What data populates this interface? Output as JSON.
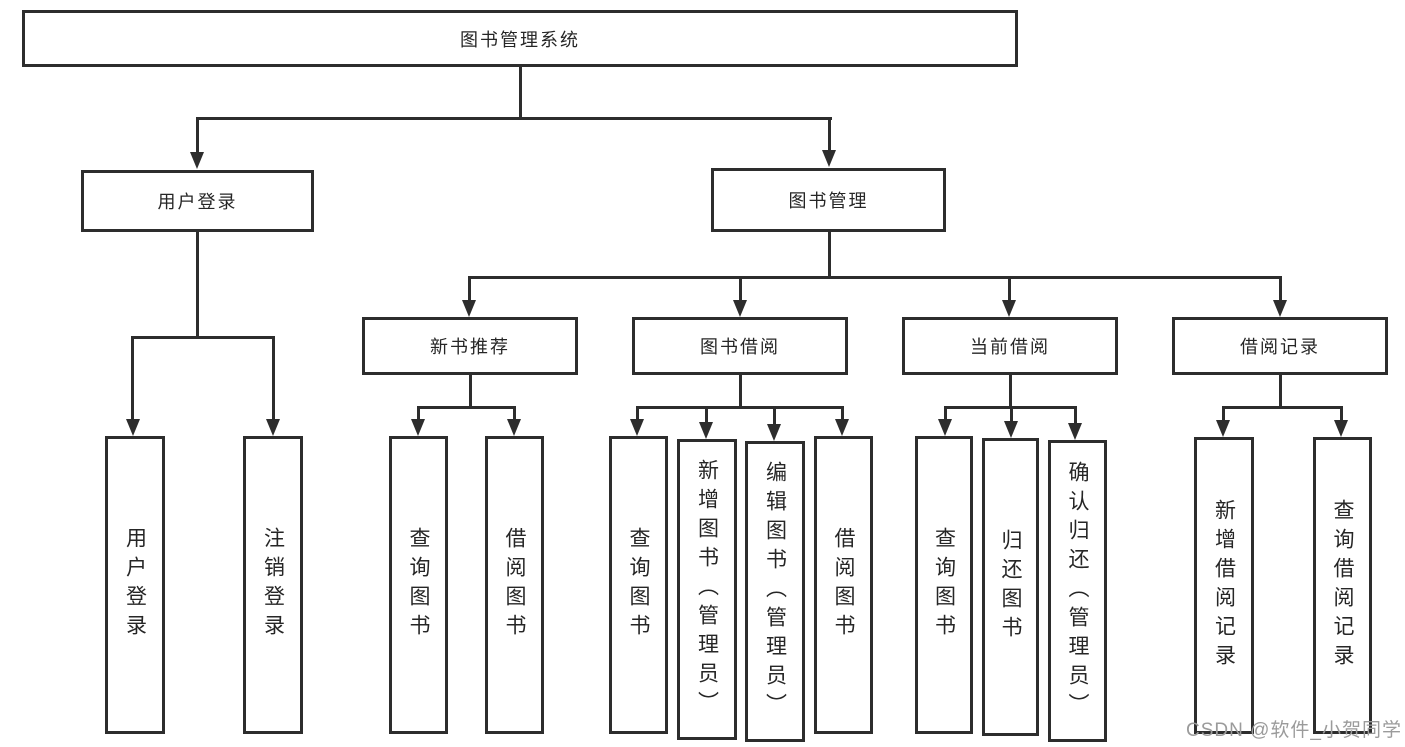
{
  "tree": {
    "root": {
      "label": "图书管理系统"
    },
    "branches": [
      {
        "label": "用户登录",
        "children": [
          {
            "label": "用户登录"
          },
          {
            "label": "注销登录"
          }
        ]
      },
      {
        "label": "图书管理",
        "children": [
          {
            "label": "新书推荐",
            "children": [
              {
                "label": "查询图书"
              },
              {
                "label": "借阅图书"
              }
            ]
          },
          {
            "label": "图书借阅",
            "children": [
              {
                "label": "查询图书"
              },
              {
                "label": "新增图书（管理员）"
              },
              {
                "label": "编辑图书（管理员）"
              },
              {
                "label": "借阅图书"
              }
            ]
          },
          {
            "label": "当前借阅",
            "children": [
              {
                "label": "查询图书"
              },
              {
                "label": "归还图书"
              },
              {
                "label": "确认归还（管理员）"
              }
            ]
          },
          {
            "label": "借阅记录",
            "children": [
              {
                "label": "新增借阅记录"
              },
              {
                "label": "查询借阅记录"
              }
            ]
          }
        ]
      }
    ]
  },
  "watermark": {
    "text": "CSDN @软件_小贺同学"
  },
  "colors": {
    "line": "#2d2d2d",
    "box_border": "#2d2d2d",
    "box_fill": "#ffffff",
    "text": "#262626",
    "watermark": "#9b9b9b",
    "background": "#ffffff"
  }
}
